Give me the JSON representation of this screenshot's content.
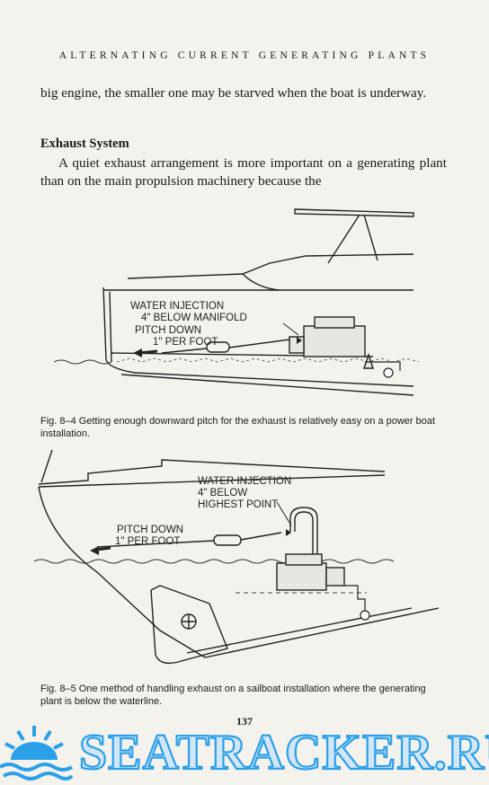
{
  "running_head": "ALTERNATING CURRENT GENERATING PLANTS",
  "para1": "big engine, the smaller one may be starved when the boat is underway.",
  "section_heading": "Exhaust System",
  "para2": "A quiet exhaust arrangement is more important on a generating plant than on the main propulsion machinery because the",
  "figure1": {
    "label_water_injection": "WATER INJECTION",
    "label_below_manifold": "4\" BELOW MANIFOLD",
    "label_pitch_down": "PITCH DOWN",
    "label_per_foot": "1\" PER FOOT",
    "caption": "Fig. 8–4 Getting enough downward pitch for the exhaust is relatively easy on a power boat installation."
  },
  "figure2": {
    "label_water_injection": "WATER INJECTION",
    "label_below": "4\" BELOW",
    "label_highest_point": "HIGHEST POINT",
    "label_pitch_down": "PITCH DOWN",
    "label_per_foot": "1\" PER FOOT",
    "caption": "Fig. 8–5 One method of handling exhaust on a sailboat installation where the generating plant is below the waterline."
  },
  "page_number": "137",
  "watermark": "SEATRACKER.RU"
}
